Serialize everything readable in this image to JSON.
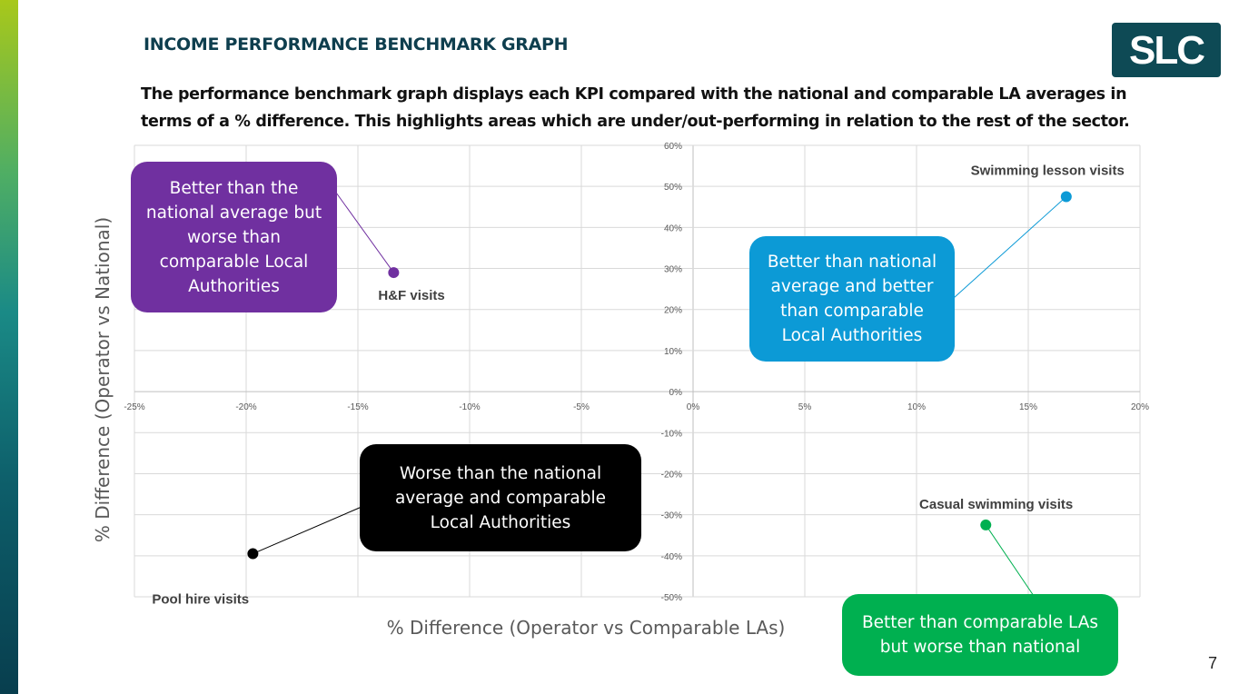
{
  "header": {
    "title": "INCOME PERFORMANCE BENCHMARK GRAPH",
    "intro": "The performance benchmark graph displays each KPI compared with the national and comparable LA averages in terms of a % difference. This highlights areas which are under/out-performing in relation to the rest of the sector."
  },
  "logo": {
    "text": "SLC",
    "background": "#0e4a55",
    "letter_color": "#ffffff"
  },
  "page_number": "7",
  "callouts": {
    "purple": "Better than the national average but worse than comparable Local Authorities",
    "blue": "Better than national average and better than comparable Local Authorities",
    "black": "Worse than the national average and comparable Local Authorities",
    "green": "Better than comparable LAs but worse than national"
  },
  "colors": {
    "purple": "#7030a0",
    "blue": "#0c9ad6",
    "black": "#000000",
    "green": "#00b050",
    "grid": "#d9d9d9",
    "axis": "#bfbfbf"
  },
  "chart_data": {
    "type": "scatter",
    "xlabel": "% Difference (Operator vs Comparable LAs)",
    "ylabel": "% Difference (Operator vs National)",
    "xlim": [
      -25,
      20
    ],
    "ylim": [
      -50,
      60
    ],
    "xticks": [
      -25,
      -20,
      -15,
      -10,
      -5,
      0,
      5,
      10,
      15,
      20
    ],
    "yticks": [
      -50,
      -40,
      -30,
      -20,
      -10,
      0,
      10,
      20,
      30,
      40,
      50,
      60
    ],
    "xtick_labels": [
      "-25%",
      "-20%",
      "-15%",
      "-10%",
      "-5%",
      "0%",
      "5%",
      "10%",
      "15%",
      "20%"
    ],
    "ytick_labels": [
      "-50%",
      "-40%",
      "-30%",
      "-20%",
      "-10%",
      "0%",
      "10%",
      "20%",
      "30%",
      "40%",
      "50%",
      "60%"
    ],
    "grid": true,
    "points": [
      {
        "name": "H&F visits",
        "x": -13.4,
        "y": 29,
        "color": "#7030a0"
      },
      {
        "name": "Swimming lesson visits",
        "x": 16.7,
        "y": 47.5,
        "color": "#0c9ad6"
      },
      {
        "name": "Pool hire visits",
        "x": -19.7,
        "y": -39.5,
        "color": "#000000"
      },
      {
        "name": "Casual swimming visits",
        "x": 13.1,
        "y": -32.5,
        "color": "#00b050"
      }
    ]
  }
}
